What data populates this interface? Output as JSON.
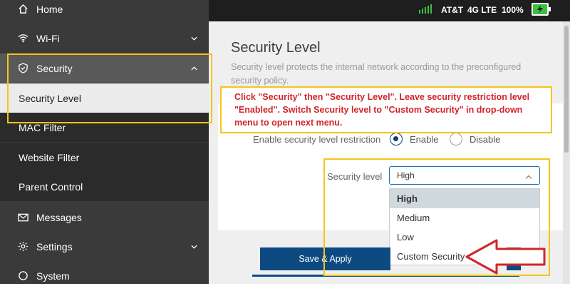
{
  "sidebar": {
    "items": [
      {
        "label": "Home",
        "icon": "home-icon"
      },
      {
        "label": "Wi-Fi",
        "icon": "wifi-icon"
      },
      {
        "label": "Security",
        "icon": "shield-icon"
      },
      {
        "label": "Security Level"
      },
      {
        "label": "MAC Filter"
      },
      {
        "label": "Website Filter"
      },
      {
        "label": "Parent Control"
      },
      {
        "label": "Messages",
        "icon": "mail-icon"
      },
      {
        "label": "Settings",
        "icon": "gear-icon"
      },
      {
        "label": "System",
        "icon": "system-icon"
      }
    ]
  },
  "status": {
    "carrier": "AT&T",
    "network": "4G LTE",
    "battery": "100%",
    "battery_color": "#3fbf3f"
  },
  "main": {
    "title": "Security Level",
    "description": "Security level protects the internal network according to the preconfigured security policy.",
    "restriction_label": "Enable security level restriction",
    "enable_label": "Enable",
    "disable_label": "Disable",
    "level_label": "Security level",
    "selected_level": "High",
    "options": [
      "High",
      "Medium",
      "Low",
      "Custom Security"
    ],
    "save_label": "Save & Apply",
    "accent_color": "#0e4a82"
  },
  "annotation": {
    "text": "Click \"Security\" then \"Security Level\". Leave security restriction level \"Enabled\". Switch Security level to \"Custom Security\" in drop-down menu to open next menu.",
    "highlight_color": "#f5c518",
    "text_color": "#d0262a",
    "arrow_color": "#d0262a"
  }
}
